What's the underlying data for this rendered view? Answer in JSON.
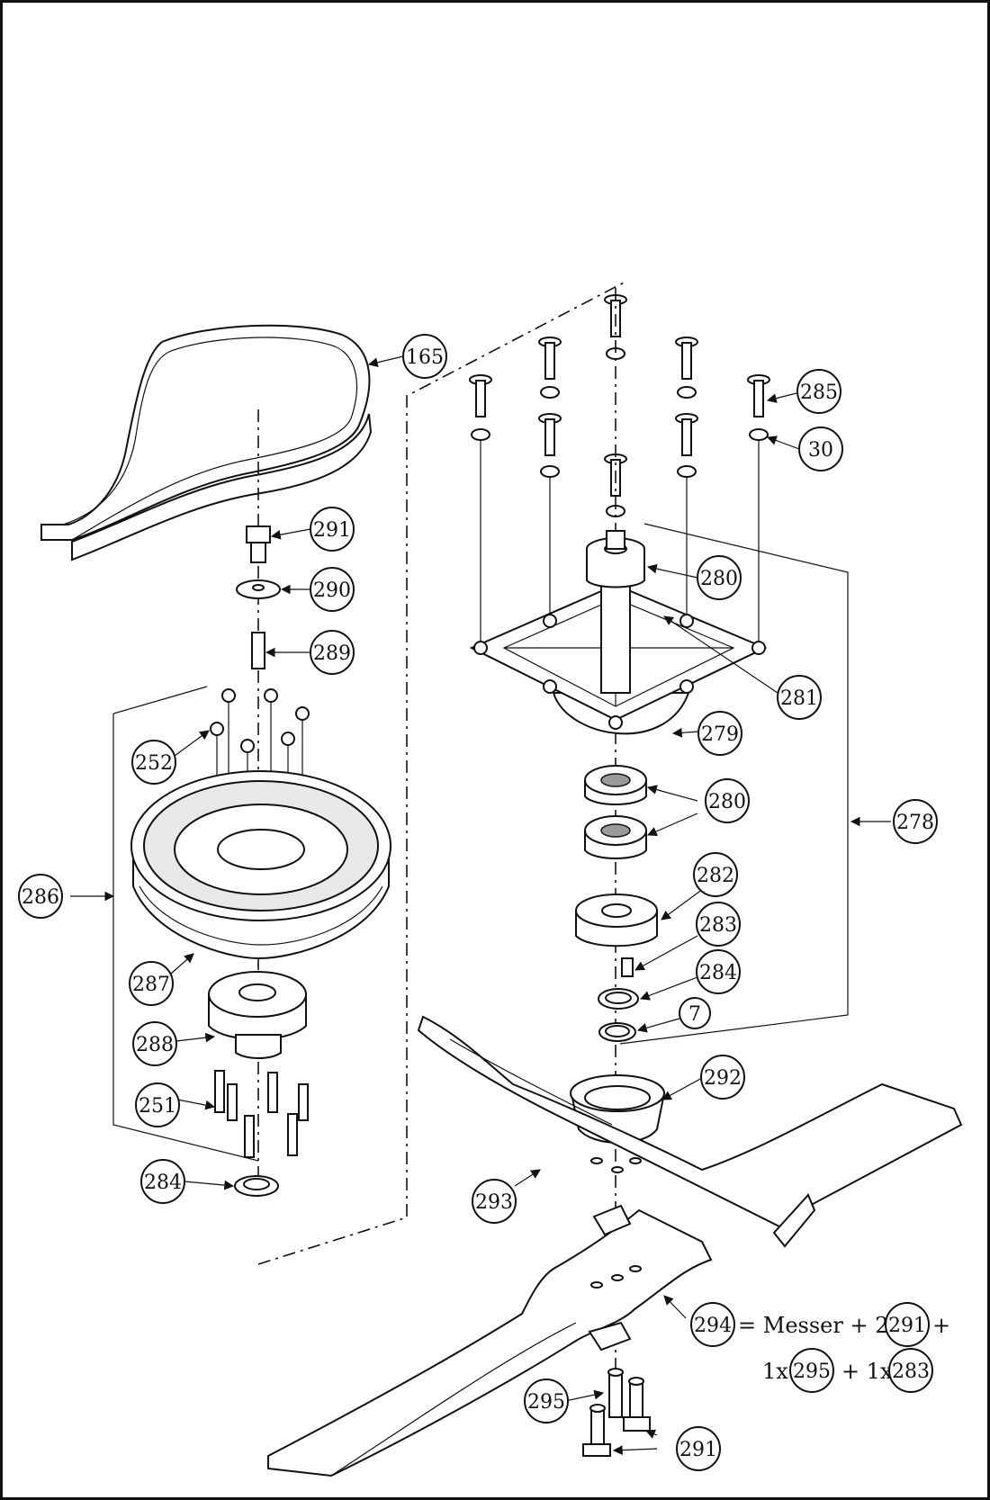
{
  "drawing": {
    "callouts": {
      "c165": "165",
      "c291a": "291",
      "c290": "290",
      "c289": "289",
      "c252": "252",
      "c286": "286",
      "c287": "287",
      "c288": "288",
      "c251": "251",
      "c284a": "284",
      "c285": "285",
      "c30": "30",
      "c280a": "280",
      "c281": "281",
      "c279": "279",
      "c280b": "280",
      "c278": "278",
      "c282": "282",
      "c283": "283",
      "c284b": "284",
      "c7": "7",
      "c292": "292",
      "c293": "293",
      "c294": "294",
      "c295": "295",
      "c291b": "291"
    },
    "formula": {
      "eq": "= Messer + 2x",
      "ref291": "291",
      "plus1": "+",
      "one_x_a": "1x",
      "ref295": "295",
      "plus_1x": "+ 1x",
      "ref283": "283"
    }
  }
}
